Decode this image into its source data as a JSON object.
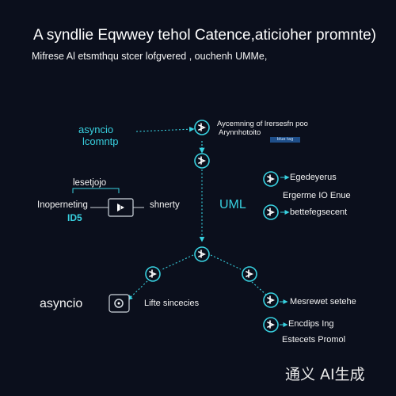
{
  "title": "A syndlie Eqwwey tehol Catence,aticioher promnte)",
  "subtitle": "Mifrese Al etsmthqu stcer lofgvered , ouchenh UMMe,",
  "nodes": {
    "asyncio_top": "asyncio",
    "asyncio_top_sub": "lcomntp",
    "ayeceming": "Aycemning of lrersesfn poo",
    "ayeceming_sub": "Arynnhotoito",
    "tag": "blue tag",
    "lesetjojo": "lesetjojo",
    "inoperming": "Inoperneting",
    "ids_mark": "ID5",
    "shnerty": "shnerty",
    "uml": "UML",
    "egedeyerus": "Egedeyerus",
    "ergerme": "Ergerme IO Enue",
    "bette": "bettefegsecent",
    "asyncio_bottom": "asyncio",
    "lifte": "Lifte sincecies",
    "mesrewet": "Mesrewet setehe",
    "encdips": "Encdips Ing",
    "estecets": "Estecets Promol"
  },
  "watermark": "通义 AI生成",
  "colors": {
    "background": "#0b0f1c",
    "accent": "#38d1e0",
    "tag": "#1f4f8a"
  },
  "icons": [
    "node-icon",
    "play-icon",
    "sync-icon"
  ]
}
